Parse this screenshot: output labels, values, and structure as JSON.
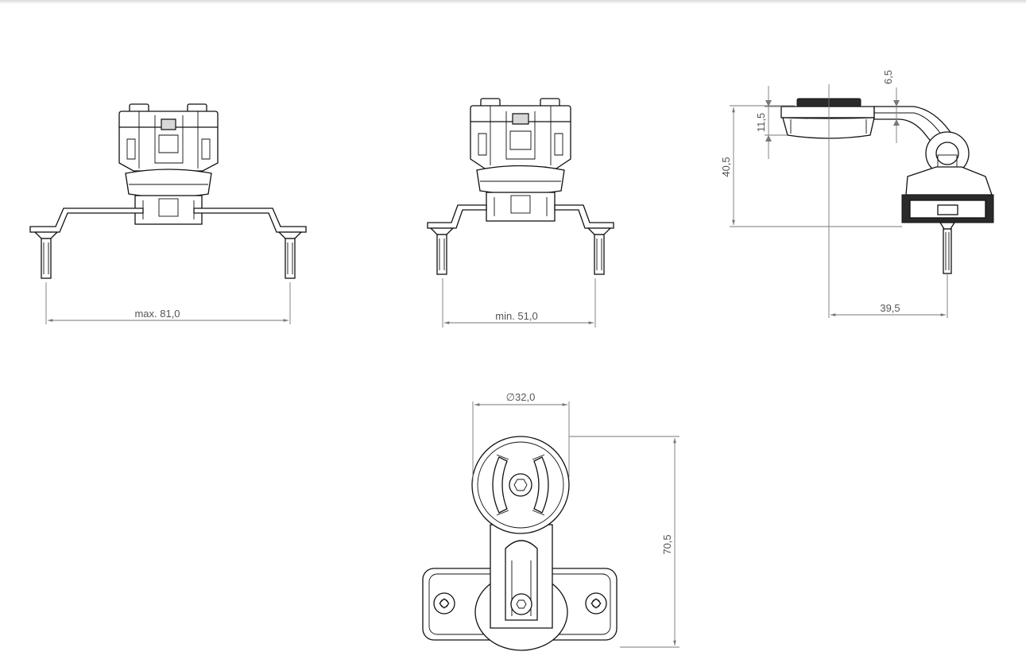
{
  "diagram": {
    "front_view_max": {
      "dimension_label": "max. 81,0"
    },
    "front_view_min": {
      "dimension_label": "min. 51,0"
    },
    "side_view": {
      "dimension_top": "6,5",
      "dimension_head": "11,5",
      "dimension_height": "40,5",
      "dimension_offset": "39,5"
    },
    "top_view": {
      "dimension_diameter": "∅32,0",
      "dimension_length": "70,5"
    }
  }
}
